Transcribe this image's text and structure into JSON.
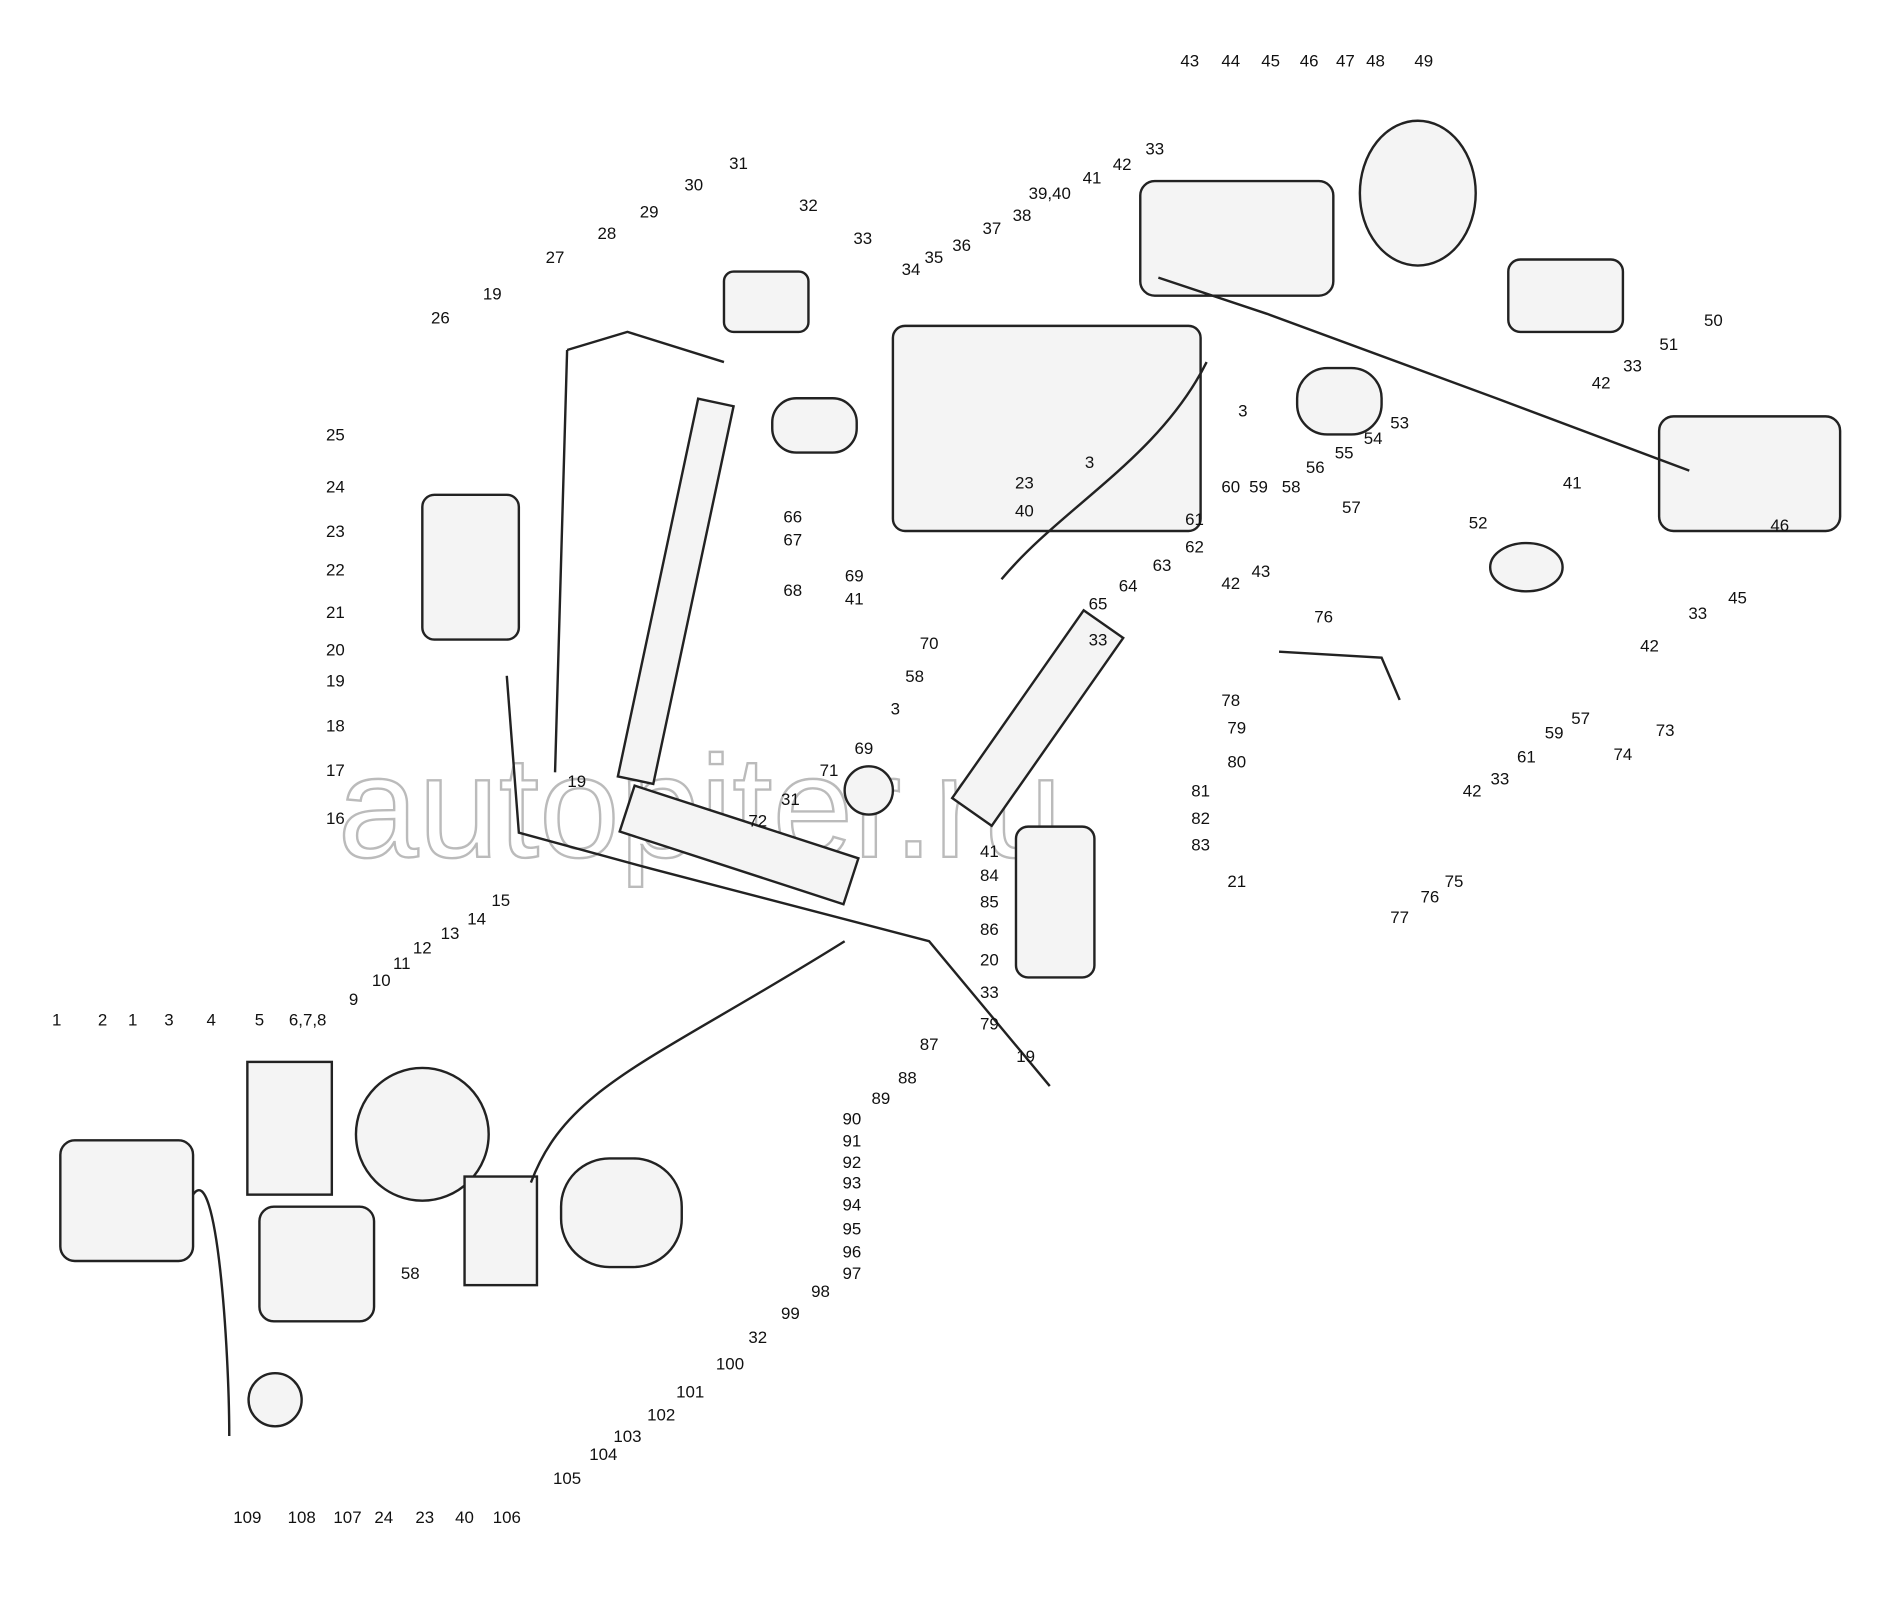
{
  "watermark": "autopiter.ru",
  "callouts": [
    "43",
    "44",
    "45",
    "46",
    "47",
    "48",
    "49",
    "33",
    "42",
    "41",
    "39,40",
    "38",
    "37",
    "36",
    "35",
    "34",
    "31",
    "32",
    "30",
    "29",
    "28",
    "27",
    "33",
    "26",
    "19",
    "25",
    "24",
    "23",
    "22",
    "21",
    "20",
    "19",
    "18",
    "17",
    "16",
    "50",
    "51",
    "33",
    "42",
    "53",
    "54",
    "55",
    "56",
    "58",
    "3",
    "60",
    "59",
    "61",
    "62",
    "63",
    "64",
    "65",
    "23",
    "40",
    "3",
    "66",
    "67",
    "68",
    "69",
    "41",
    "70",
    "33",
    "58",
    "3",
    "79",
    "80",
    "81",
    "82",
    "83",
    "21",
    "69",
    "71",
    "31",
    "72",
    "41",
    "84",
    "85",
    "86",
    "33",
    "79",
    "87",
    "88",
    "89",
    "90",
    "91",
    "92",
    "93",
    "94",
    "95",
    "96",
    "97",
    "98",
    "99",
    "100",
    "32",
    "101",
    "102",
    "103",
    "104",
    "105",
    "106",
    "40",
    "23",
    "24",
    "107",
    "108",
    "109",
    "1",
    "2",
    "1",
    "3",
    "4",
    "5",
    "6,7,8",
    "9",
    "10",
    "11",
    "12",
    "13",
    "14",
    "15",
    "20",
    "19",
    "58",
    "41",
    "45",
    "33",
    "42",
    "73",
    "74",
    "57",
    "59",
    "61",
    "33",
    "42",
    "75",
    "76",
    "77",
    "78",
    "76",
    "52",
    "57",
    "43",
    "42",
    "19",
    "46"
  ]
}
